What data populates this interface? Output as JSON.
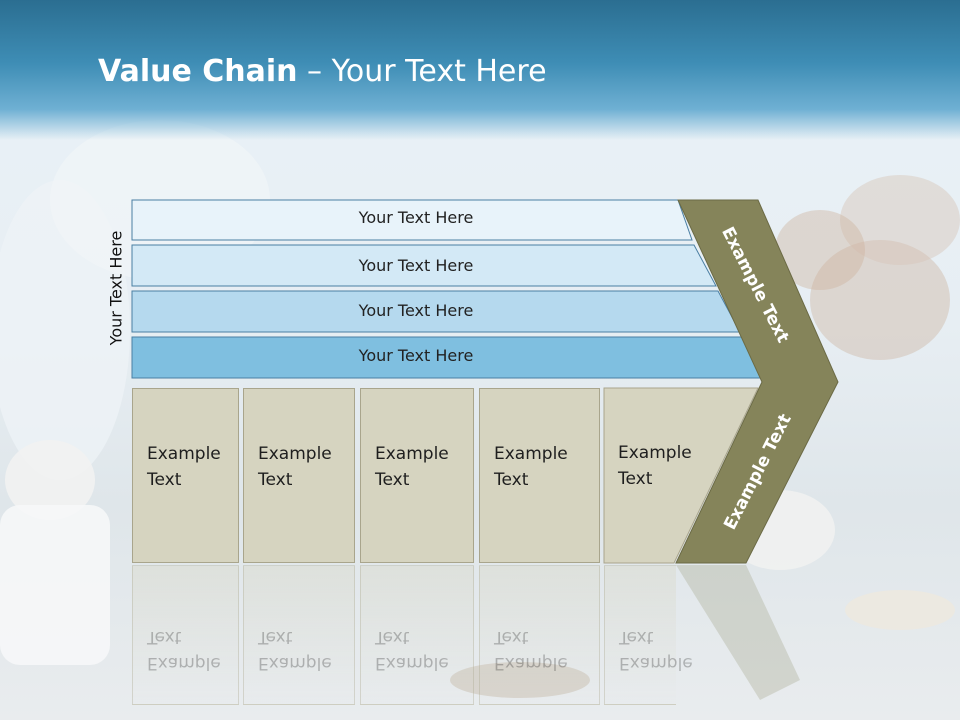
{
  "slide": {
    "title_bold": "Value Chain",
    "title_rest": " – Your Text Here"
  },
  "diagram": {
    "side_label": "Your Text Here",
    "bars": [
      {
        "label": "Your Text Here",
        "color": "#e8f3fa"
      },
      {
        "label": "Your Text Here",
        "color": "#d3e9f6"
      },
      {
        "label": "Your Text Here",
        "color": "#b5d9ee"
      },
      {
        "label": "Your Text Here",
        "color": "#7fbfe0"
      }
    ],
    "boxes": [
      {
        "line1": "Example",
        "line2": "Text"
      },
      {
        "line1": "Example",
        "line2": "Text"
      },
      {
        "line1": "Example",
        "line2": "Text"
      },
      {
        "line1": "Example",
        "line2": "Text"
      },
      {
        "line1": "Example",
        "line2": "Text"
      }
    ],
    "chevron": {
      "upper_label": "Example Text",
      "lower_label": "Example Text",
      "color": "#85845a"
    }
  }
}
